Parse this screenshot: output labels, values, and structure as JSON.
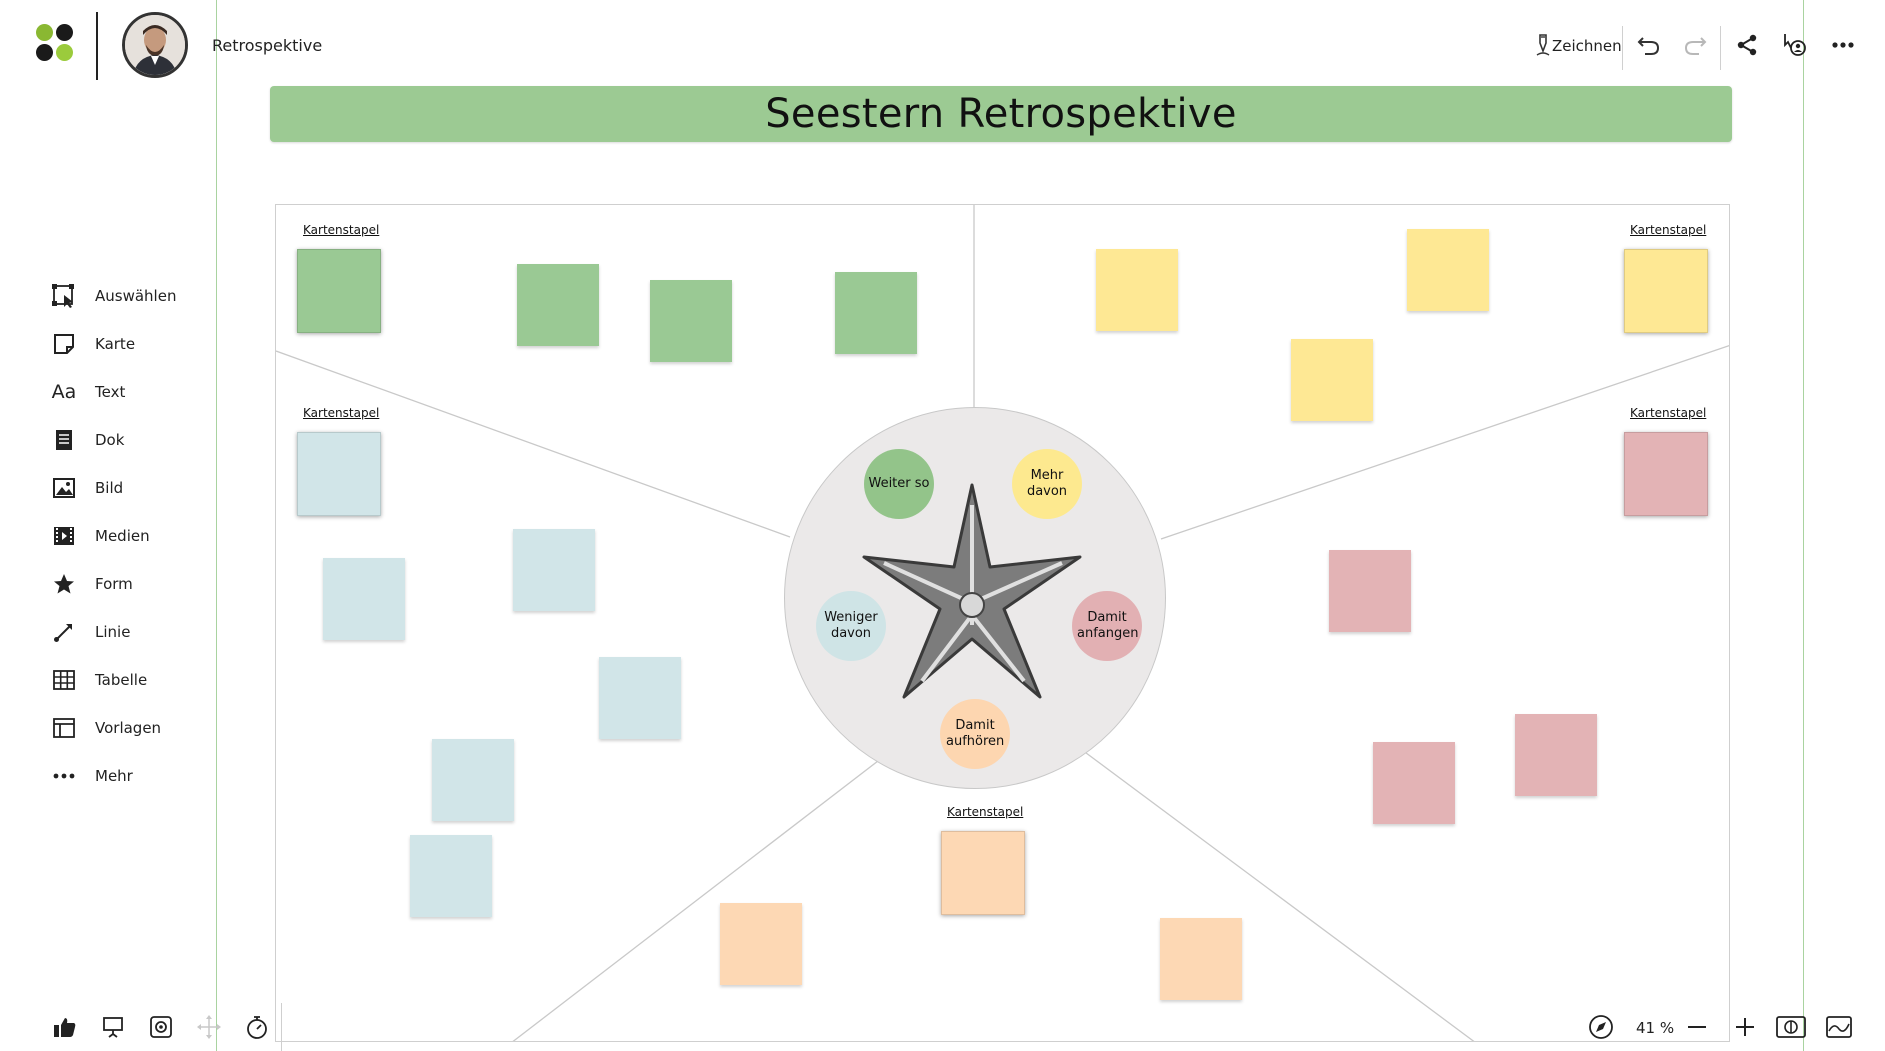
{
  "app": {
    "board_name": "Retrospektive",
    "logo_colors": [
      "#8ab832",
      "#9bcb3c",
      "#1a1a1a",
      "#1a1a1a"
    ]
  },
  "topbar": {
    "draw_label": "Zeichnen"
  },
  "title": "Seestern Retrospektive",
  "toolbar": {
    "items": [
      {
        "label": "Auswählen",
        "icon": "select-icon"
      },
      {
        "label": "Karte",
        "icon": "card-icon"
      },
      {
        "label": "Text",
        "icon": "text-icon"
      },
      {
        "label": "Dok",
        "icon": "document-icon"
      },
      {
        "label": "Bild",
        "icon": "image-icon"
      },
      {
        "label": "Medien",
        "icon": "media-icon"
      },
      {
        "label": "Form",
        "icon": "star-shape-icon"
      },
      {
        "label": "Linie",
        "icon": "line-icon"
      },
      {
        "label": "Tabelle",
        "icon": "table-icon"
      },
      {
        "label": "Vorlagen",
        "icon": "templates-icon"
      },
      {
        "label": "Mehr",
        "icon": "more-icon"
      }
    ]
  },
  "board": {
    "stack_label": "Kartenstapel",
    "categories": {
      "keep": {
        "label": "Weiter so",
        "color": "#93c48a"
      },
      "more": {
        "label": "Mehr davon",
        "color": "#fde98f"
      },
      "start": {
        "label": "Damit anfangen",
        "color": "#e2b0b3"
      },
      "stop": {
        "label": "Damit aufhören",
        "color": "#fdd6b0"
      },
      "less": {
        "label": "Weniger davon",
        "color": "#cfe4e6"
      }
    },
    "note_colors": {
      "green": "#9ac994",
      "yellow": "#fee894",
      "red": "#e3b3b5",
      "orange": "#fdd8b4",
      "blue": "#d1e5e8"
    }
  },
  "bottombar": {
    "zoom": "41 %"
  }
}
